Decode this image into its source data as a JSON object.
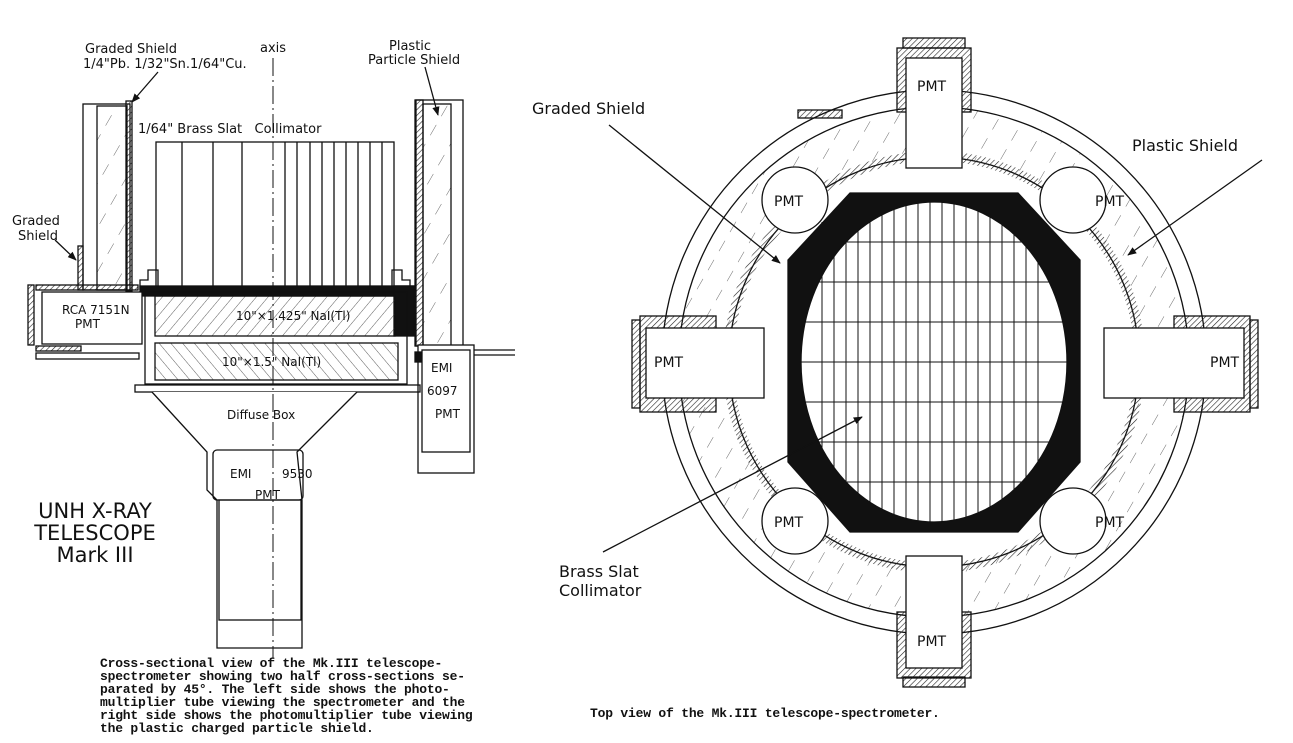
{
  "left_figure": {
    "title_lines": [
      "UNH X-RAY",
      "TELESCOPE",
      "Mark III"
    ],
    "labels": {
      "graded_shield_top": "Graded Shield",
      "graded_shield_spec": "1/4\"Pb. 1/32\"Sn.1/64\"Cu.",
      "axis": "axis",
      "plastic_particle_shield_line1": "Plastic",
      "plastic_particle_shield_line2": "Particle Shield",
      "collimator": "1/64\" Brass Slat   Collimator",
      "graded_shield_side_line1": "Graded",
      "graded_shield_side_line2": "Shield",
      "rca_pmt_line1": "RCA 7151N",
      "rca_pmt_line2": "PMT",
      "nai_upper": "10\"×1.425\" NaI(Tl)",
      "nai_lower": "10\"×1.5\" NaI(Tl)",
      "emi6097_line1": "EMI",
      "emi6097_line2": "6097",
      "emi6097_line3": "PMT",
      "diffuse_box": "Diffuse Box",
      "emi9530_line1": "EMI",
      "emi9530_line2": "9530",
      "emi9530_line3": "PMT"
    },
    "caption": "Cross-sectional view of the Mk.III telescope-\nspectrometer showing two half cross-sections se-\nparated by 45°. The left side shows the photo-\nmultiplier tube viewing the spectrometer and the\nright side shows the photomultiplier tube viewing\nthe plastic charged particle shield."
  },
  "right_figure": {
    "labels": {
      "graded_shield": "Graded Shield",
      "plastic_shield": "Plastic Shield",
      "brass_slat_line1": "Brass Slat",
      "brass_slat_line2": "Collimator",
      "pmt": "PMT"
    },
    "pmt_positions": [
      "top",
      "bottom",
      "left",
      "right",
      "upper-left",
      "upper-right",
      "lower-left",
      "lower-right"
    ],
    "caption": "Top view of the Mk.III telescope-spectrometer."
  }
}
